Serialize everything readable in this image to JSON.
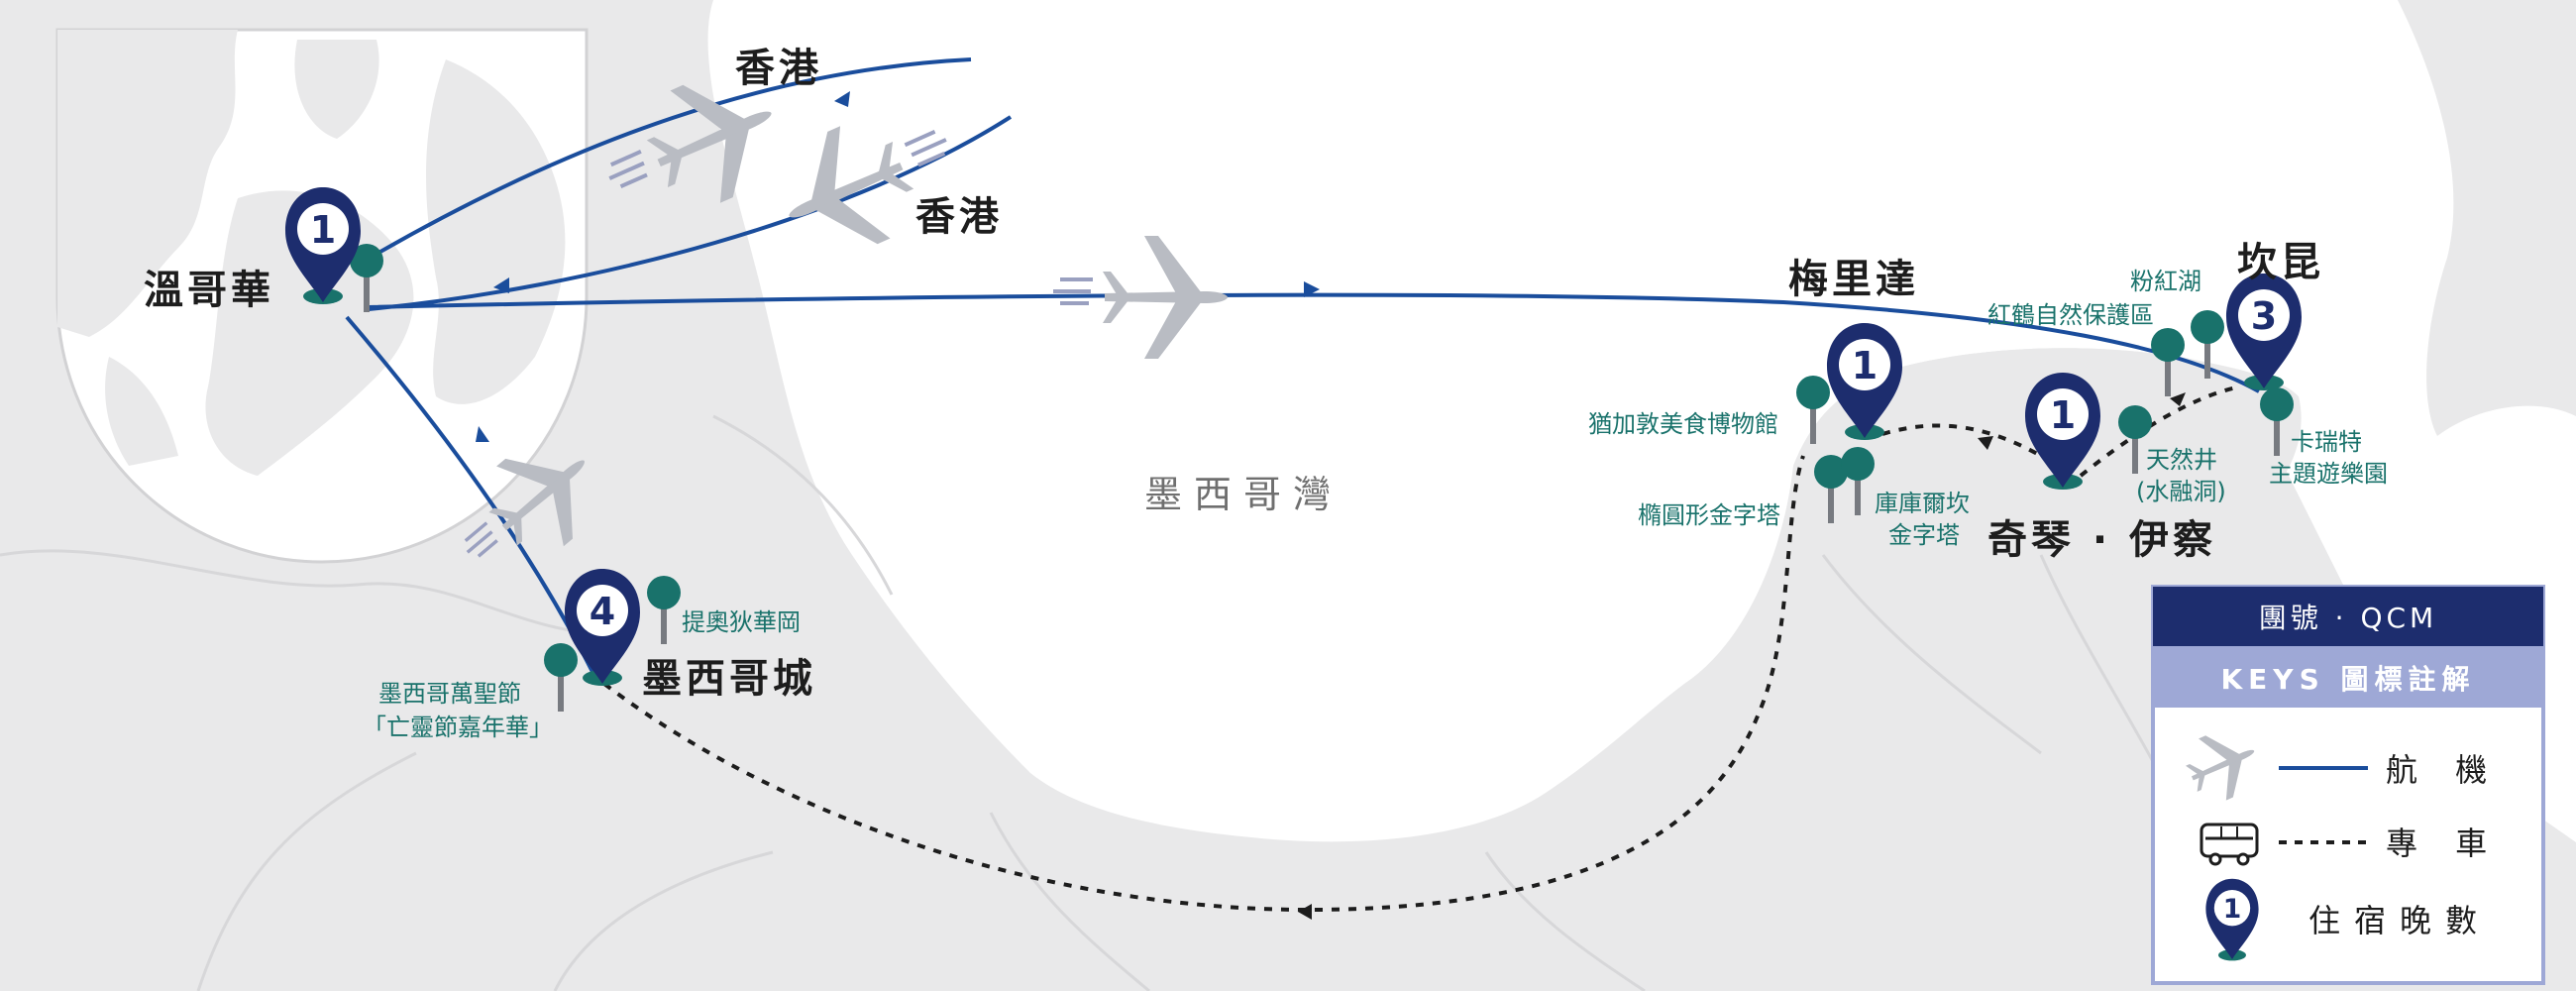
{
  "map": {
    "gulf_label": "墨西哥灣",
    "colors": {
      "land": "#e9e9ea",
      "border": "#d7d7d9",
      "route": "#1a4d9c",
      "pin": "#1d2d6e",
      "tree": "#19726b",
      "plane": "#b9bcc3"
    },
    "cities": [
      {
        "id": "vancouver",
        "label": "溫哥華"
      },
      {
        "id": "hongkong-1",
        "label": "香港"
      },
      {
        "id": "hongkong-2",
        "label": "香港"
      },
      {
        "id": "merida",
        "label": "梅里達"
      },
      {
        "id": "cancun",
        "label": "坎昆"
      },
      {
        "id": "chichen-itza",
        "label": "奇琴 · 伊察"
      },
      {
        "id": "mexico-city",
        "label": "墨西哥城"
      }
    ],
    "pins": [
      {
        "id": "vancouver",
        "nights": "1"
      },
      {
        "id": "merida",
        "nights": "1"
      },
      {
        "id": "chichen-itza",
        "nights": "1"
      },
      {
        "id": "cancun",
        "nights": "3"
      },
      {
        "id": "mexico-city",
        "nights": "4"
      }
    ],
    "pois": [
      {
        "id": "pink-lake",
        "label": "粉紅湖"
      },
      {
        "id": "flamingo",
        "label": "紅鶴自然保護區"
      },
      {
        "id": "gastronomy",
        "label": "猶加敦美食博物館"
      },
      {
        "id": "cenote",
        "lines": [
          "天然井",
          "(水融洞)"
        ]
      },
      {
        "id": "xcaret",
        "lines": [
          "卡瑞特",
          "主題遊樂園"
        ]
      },
      {
        "id": "uxmal",
        "label": "橢圓形金字塔"
      },
      {
        "id": "kukulkan",
        "lines": [
          "庫庫爾坎",
          "金字塔"
        ]
      },
      {
        "id": "teotihuacan",
        "label": "提奧狄華岡"
      },
      {
        "id": "day-of-dead",
        "lines": [
          "墨西哥萬聖節",
          "「亡靈節嘉年華」"
        ]
      }
    ]
  },
  "legend": {
    "group": "團號 · QCM",
    "title": "KEYS 圖標註解",
    "flight": "航 機",
    "coach": "專 車",
    "nights_label": "住宿晚數",
    "sample_nights": "1"
  }
}
